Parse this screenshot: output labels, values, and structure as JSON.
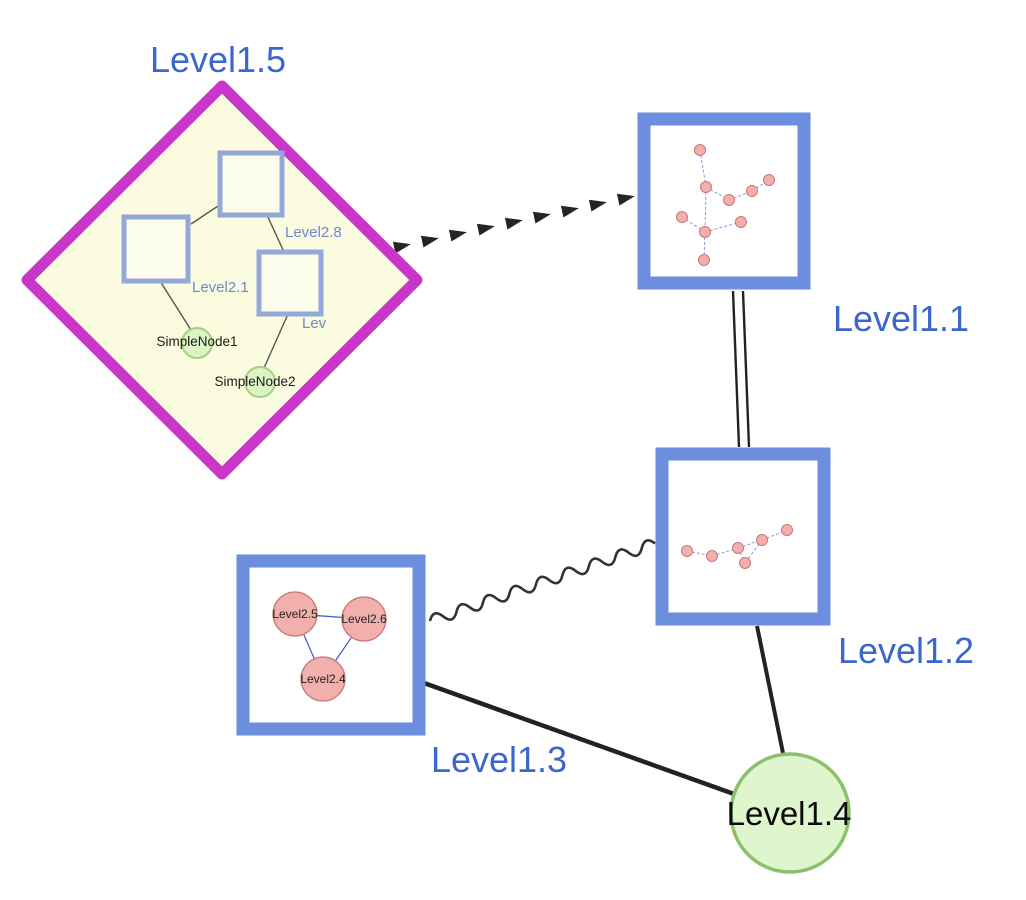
{
  "nodes": {
    "level1_5": {
      "label": "Level1.5",
      "shape": "diamond",
      "border_color": "#c837c8",
      "fill": "#fbfbdf"
    },
    "level1_1": {
      "label": "Level1.1",
      "shape": "square",
      "border_color": "#6b8ede",
      "fill": "#ffffff"
    },
    "level1_2": {
      "label": "Level1.2",
      "shape": "square",
      "border_color": "#6b8ede",
      "fill": "#ffffff"
    },
    "level1_3": {
      "label": "Level1.3",
      "shape": "square",
      "border_color": "#6b8ede",
      "fill": "#ffffff"
    },
    "level1_4": {
      "label": "Level1.4",
      "shape": "circle",
      "border_color": "#8dc06c",
      "fill": "#def5cd"
    }
  },
  "subnodes": {
    "level2_8": {
      "label": "Level2.8",
      "shape": "square",
      "parent": "Level1.5"
    },
    "level2_1": {
      "label": "Level2.1",
      "shape": "square",
      "parent": "Level1.5"
    },
    "level2_trunc": {
      "label": "Lev",
      "shape": "square",
      "parent": "Level1.5"
    },
    "simplenode1": {
      "label": "SimpleNode1",
      "shape": "circle",
      "parent": "Level1.5"
    },
    "simplenode2": {
      "label": "SimpleNode2",
      "shape": "circle",
      "parent": "Level1.5"
    },
    "level2_5": {
      "label": "Level2.5",
      "shape": "circle",
      "parent": "Level1.3"
    },
    "level2_6": {
      "label": "Level2.6",
      "shape": "circle",
      "parent": "Level1.3"
    },
    "level2_4": {
      "label": "Level2.4",
      "shape": "circle",
      "parent": "Level1.3"
    }
  },
  "edges": [
    {
      "from": "Level1.5",
      "to": "Level1.1",
      "style": "dashed-arrow-chain"
    },
    {
      "from": "Level1.1",
      "to": "Level1.2",
      "style": "double-line"
    },
    {
      "from": "Level1.3",
      "to": "Level1.2",
      "style": "wavy"
    },
    {
      "from": "Level1.3",
      "to": "Level1.4",
      "style": "solid"
    },
    {
      "from": "Level1.2",
      "to": "Level1.4",
      "style": "solid"
    },
    {
      "from": "Level2.1",
      "to": "Level2.8",
      "style": "solid"
    },
    {
      "from": "Level2.8",
      "to": "Lev",
      "style": "solid"
    },
    {
      "from": "Level2.1",
      "to": "SimpleNode1",
      "style": "solid"
    },
    {
      "from": "Lev",
      "to": "SimpleNode2",
      "style": "solid"
    },
    {
      "from": "Level2.5",
      "to": "Level2.6",
      "style": "solid"
    },
    {
      "from": "Level2.5",
      "to": "Level2.4",
      "style": "solid"
    },
    {
      "from": "Level2.6",
      "to": "Level2.4",
      "style": "solid"
    }
  ],
  "colors": {
    "label_blue": "#3b66cb",
    "sublabel_blue": "#6f87cf",
    "node_border_blue": "#6b8ede",
    "diamond_magenta": "#c837c8",
    "diamond_fill": "#fbfbdf",
    "green_fill": "#def5cd",
    "green_border": "#8dc06c",
    "pink_fill": "#f2b0ad",
    "pink_border": "#c87874",
    "edge_black": "#222222",
    "mini_edge_blue": "#8899dd"
  }
}
